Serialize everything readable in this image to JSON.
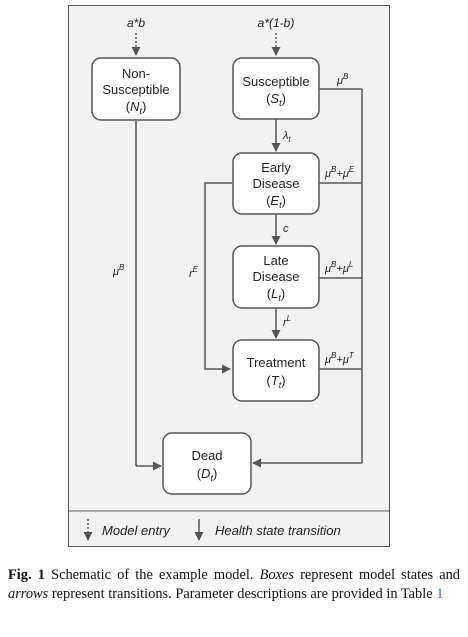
{
  "colors": {
    "panel_bg": "#f2f2f2",
    "box_fill": "#ffffff",
    "stroke": "#555555",
    "link": "#3366cc"
  },
  "entries": {
    "left": "a*b",
    "right": "a*(1-b)"
  },
  "boxes": {
    "non_susceptible": {
      "line1": "Non-",
      "line2": "Susceptible",
      "symbol": "N",
      "sub": "t"
    },
    "susceptible": {
      "line1": "Susceptible",
      "symbol": "S",
      "sub": "t"
    },
    "early": {
      "line1": "Early",
      "line2": "Disease",
      "symbol": "E",
      "sub": "t"
    },
    "late": {
      "line1": "Late",
      "line2": "Disease",
      "symbol": "L",
      "sub": "t"
    },
    "treatment": {
      "line1": "Treatment",
      "symbol": "T",
      "sub": "t"
    },
    "dead": {
      "line1": "Dead",
      "symbol": "D",
      "sub": "t"
    }
  },
  "transitions": {
    "lambda": {
      "base": "λ",
      "sub": "t"
    },
    "c": "c",
    "rL": {
      "base": "r",
      "sup": "L"
    },
    "rE": {
      "base": "r",
      "sup": "E"
    },
    "muB_left": {
      "base": "μ",
      "sup": "B"
    },
    "mu_s": {
      "base": "μ",
      "sup": "B"
    },
    "mu_e": {
      "a": "μ",
      "a_sup": "B",
      "plus": "+",
      "b": "μ",
      "b_sup": "E"
    },
    "mu_l": {
      "a": "μ",
      "a_sup": "B",
      "plus": "+",
      "b": "μ",
      "b_sup": "L"
    },
    "mu_t": {
      "a": "μ",
      "a_sup": "B",
      "plus": "+",
      "b": "μ",
      "b_sup": "T"
    }
  },
  "legend": {
    "entry": "Model entry",
    "transition": "Health state transition"
  },
  "caption": {
    "fig": "Fig. 1",
    "t1": " Schematic of the example model. ",
    "boxes": "Boxes",
    "t2": " represent model states and ",
    "arrows": "arrows",
    "t3": " represent transitions. Parameter descriptions are provided in Table ",
    "ref": "1"
  }
}
